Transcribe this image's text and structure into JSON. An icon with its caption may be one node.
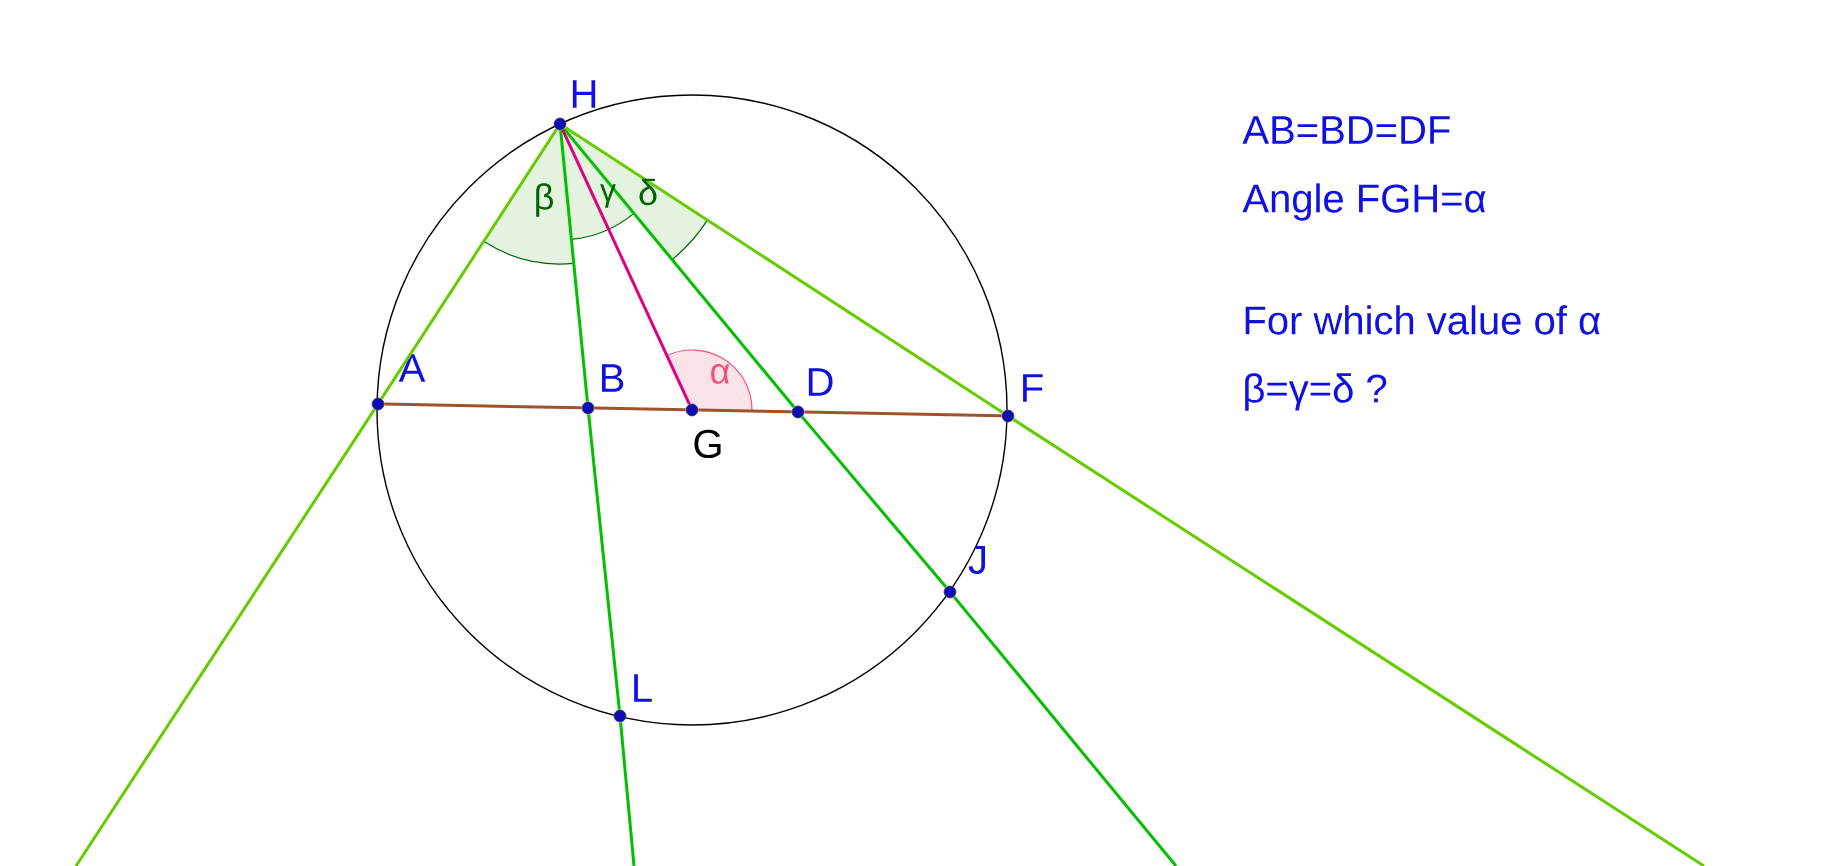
{
  "diagram": {
    "nodes": [
      {
        "text": [],
        "shape": "circle",
        "beside": [
          "H"
        ]
      },
      {
        "text": [],
        "shape": "circle",
        "beside": [
          "A"
        ]
      },
      {
        "text": [],
        "shape": "circle",
        "beside": [
          "B"
        ]
      },
      {
        "text": [],
        "shape": "circle",
        "beside": [
          "G"
        ]
      },
      {
        "text": [],
        "shape": "circle",
        "beside": [
          "D"
        ]
      },
      {
        "text": [],
        "shape": "circle",
        "beside": [
          "F"
        ]
      },
      {
        "text": [],
        "shape": "circle",
        "beside": [
          "J"
        ]
      },
      {
        "text": [],
        "shape": "circle",
        "beside": [
          "L"
        ]
      }
    ],
    "edges": [
      {
        "from": 0,
        "to": 1,
        "arrow": "none",
        "color": "#66cc00"
      },
      {
        "from": 1,
        "to": null,
        "arrow": "none",
        "color": "#66cc00"
      },
      {
        "from": 0,
        "to": 2,
        "arrow": "none",
        "color": "#00c000"
      },
      {
        "from": 2,
        "to": 7,
        "arrow": "none",
        "color": "#00c000"
      },
      {
        "from": 7,
        "to": null,
        "arrow": "none",
        "color": "#00c000"
      },
      {
        "from": 0,
        "to": 4,
        "arrow": "none",
        "color": "#00c000"
      },
      {
        "from": 4,
        "to": 6,
        "arrow": "none",
        "color": "#00c000"
      },
      {
        "from": 6,
        "to": null,
        "arrow": "none",
        "color": "#00c000"
      },
      {
        "from": 0,
        "to": 5,
        "arrow": "none",
        "color": "#66cc00"
      },
      {
        "from": 5,
        "to": null,
        "arrow": "none",
        "color": "#66cc00"
      },
      {
        "from": 1,
        "to": 2,
        "arrow": "none",
        "color": "#a0522d"
      },
      {
        "from": 2,
        "to": 3,
        "arrow": "none",
        "color": "#a0522d"
      },
      {
        "from": 3,
        "to": 4,
        "arrow": "none",
        "color": "#a0522d"
      },
      {
        "from": 4,
        "to": 5,
        "arrow": "none",
        "color": "#a0522d"
      },
      {
        "from": 0,
        "to": 3,
        "arrow": "none",
        "color": "#e0007f"
      }
    ],
    "labels": [
      "β",
      "γ",
      "δ",
      "α",
      "AB=BD=DF",
      "Angle FGH=α",
      "For which value of α",
      "β=γ=δ ?"
    ]
  }
}
